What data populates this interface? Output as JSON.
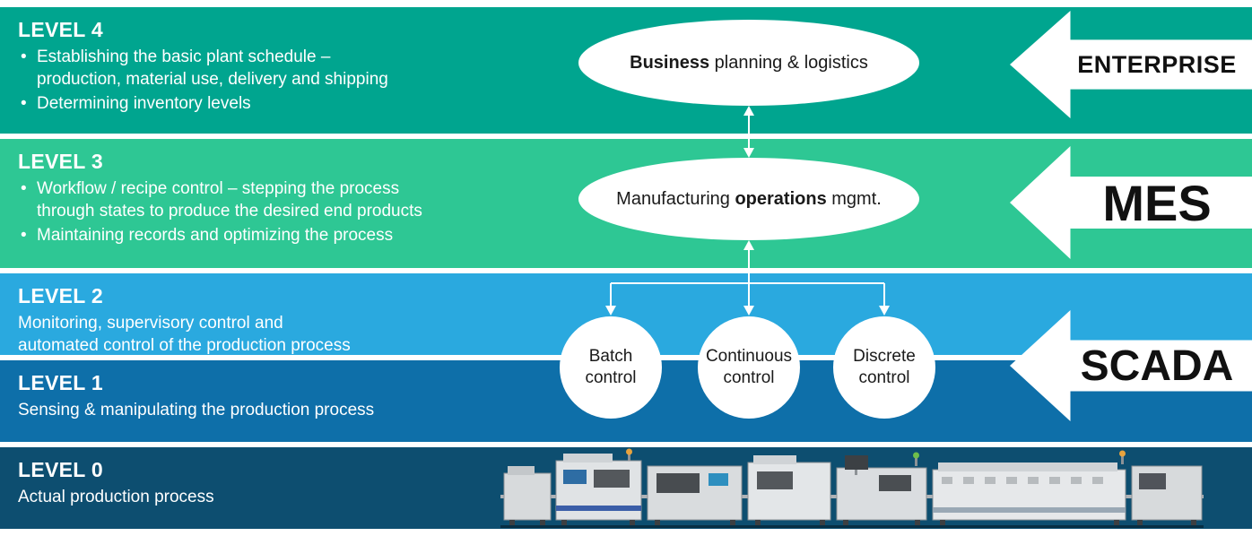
{
  "colors": {
    "level4": "#00a58f",
    "level3": "#2ec794",
    "level2": "#2aa9df",
    "level1": "#0e6fa9",
    "level0": "#0d4e70",
    "band_text": "#ffffff",
    "node_fill": "#ffffff",
    "node_text": "#1a1a1a"
  },
  "levels": [
    {
      "label": "LEVEL 4",
      "bullets": [
        [
          "Establishing the basic plant schedule –",
          "production, material use, delivery and shipping"
        ],
        [
          "Determining inventory levels"
        ]
      ]
    },
    {
      "label": "LEVEL 3",
      "bullets": [
        [
          "Workflow / recipe control – stepping the process",
          "through states to produce the desired end products"
        ],
        [
          "Maintaining records and optimizing the process"
        ]
      ]
    },
    {
      "label": "LEVEL 2",
      "lines": [
        "Monitoring, supervisory control and",
        "automated control of the production process"
      ]
    },
    {
      "label": "LEVEL 1",
      "lines": [
        "Sensing & manipulating the production process"
      ]
    },
    {
      "label": "LEVEL 0",
      "lines": [
        "Actual production process"
      ]
    }
  ],
  "nodes": {
    "business": {
      "pre": "",
      "bold": "Business",
      "post": " planning & logistics"
    },
    "mom": {
      "pre": "Manufacturing ",
      "bold": "operations",
      "post": " mgmt."
    },
    "circles": [
      {
        "lines": [
          "Batch",
          "control"
        ]
      },
      {
        "lines": [
          "Continuous",
          "control"
        ]
      },
      {
        "lines": [
          "Discrete",
          "control"
        ]
      }
    ]
  },
  "arrows": [
    {
      "label": "ENTERPRISE"
    },
    {
      "label": "MES"
    },
    {
      "label": "SCADA"
    }
  ]
}
